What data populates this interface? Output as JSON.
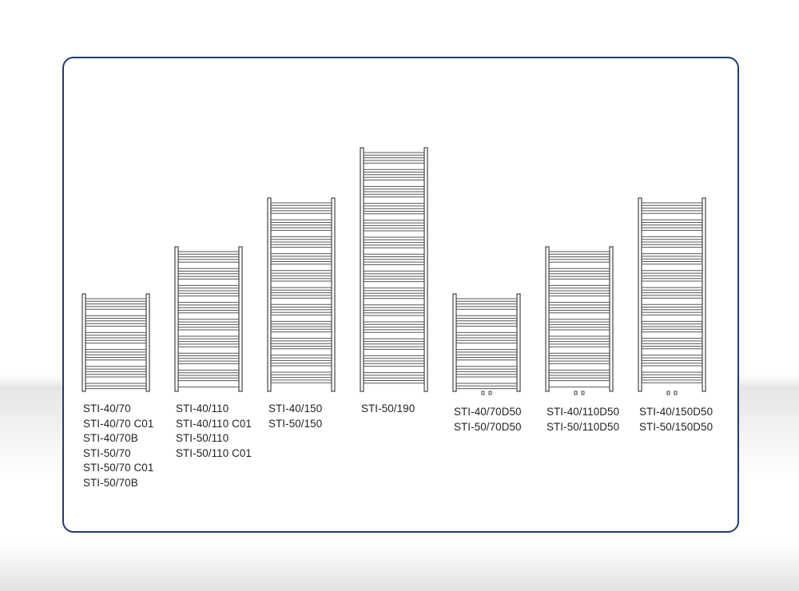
{
  "frame_color": "#1e3b78",
  "models": [
    {
      "id": "m1",
      "labels": [
        "STI-40/70",
        "STI-40/70 C01",
        "STI-40/70B",
        "STI-50/70",
        "STI-50/70 C01",
        "STI-50/70B"
      ],
      "valves": false
    },
    {
      "id": "m2",
      "labels": [
        "STI-40/110",
        "STI-40/110 C01",
        "STI-50/110",
        "STI-50/110 C01"
      ],
      "valves": false
    },
    {
      "id": "m3",
      "labels": [
        "STI-40/150",
        "STI-50/150"
      ],
      "valves": false
    },
    {
      "id": "m4",
      "labels": [
        "STI-50/190"
      ],
      "valves": false
    },
    {
      "id": "m5",
      "labels": [
        "STI-40/70D50",
        "STI-50/70D50"
      ],
      "valves": true
    },
    {
      "id": "m6",
      "labels": [
        "STI-40/110D50",
        "STI-50/110D50"
      ],
      "valves": true
    },
    {
      "id": "m7",
      "labels": [
        "STI-40/150D50",
        "STI-50/150D50"
      ],
      "valves": true
    }
  ]
}
